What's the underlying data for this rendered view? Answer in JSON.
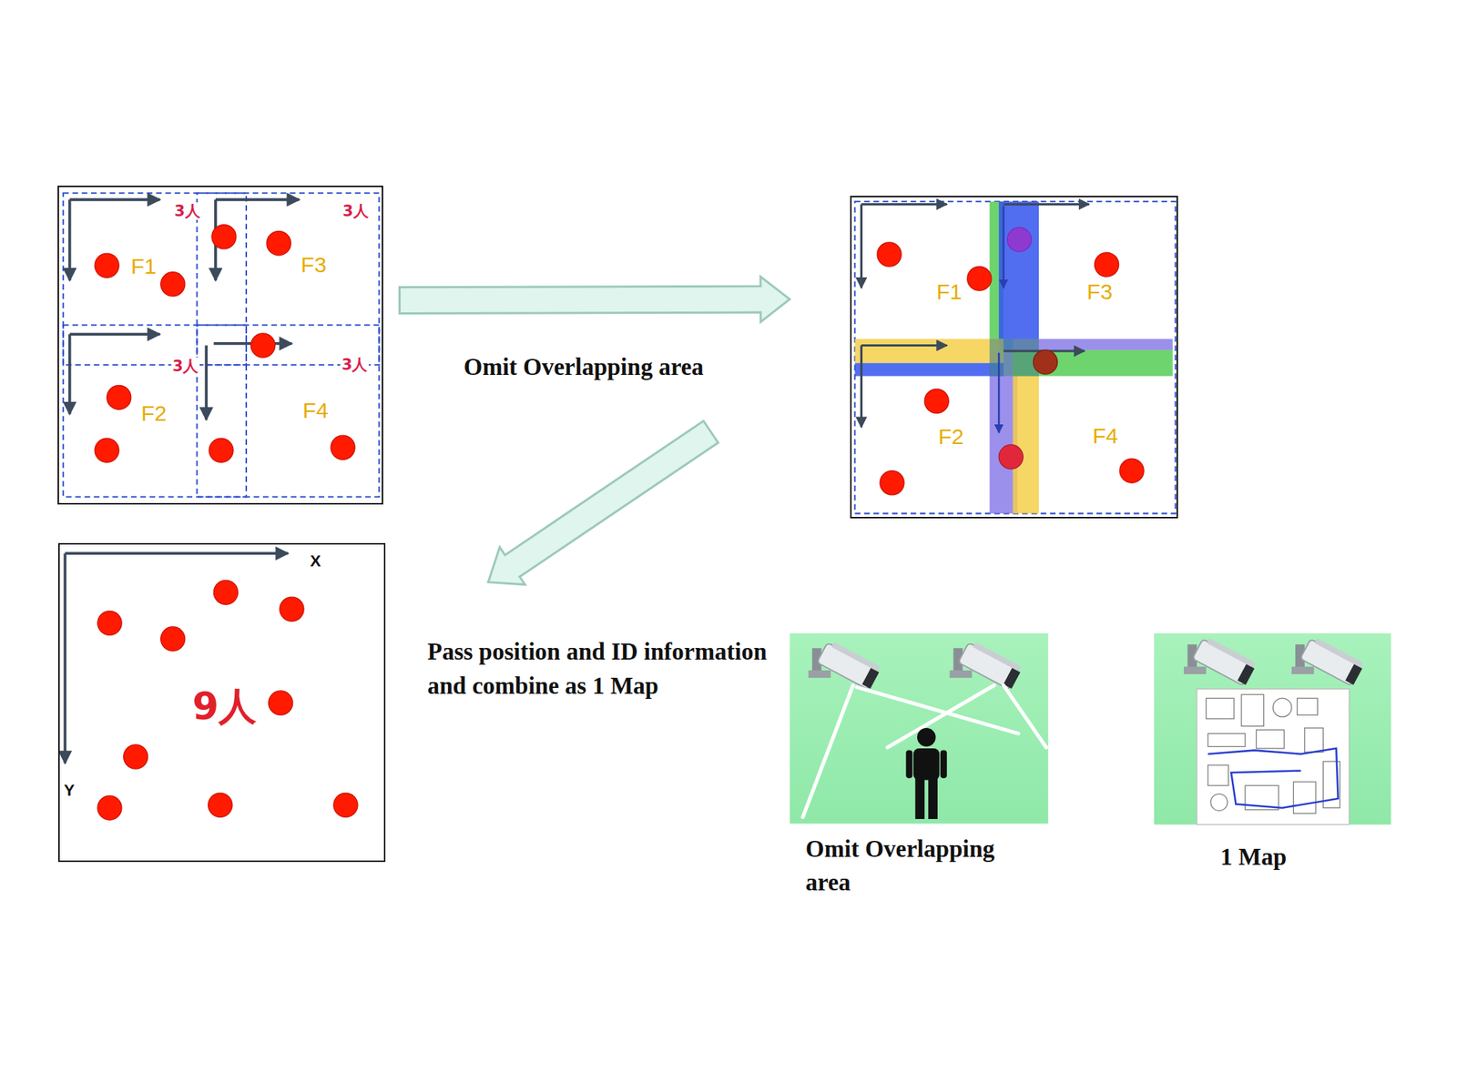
{
  "diagram": {
    "nodes": [
      {
        "text": [
          "3人",
          "3人",
          "F1",
          "F3",
          "3人",
          "3人",
          "F2",
          "F4"
        ]
      },
      {
        "text": [
          "F1",
          "F3",
          "F2",
          "F4"
        ]
      },
      {
        "text": [
          "X",
          "9人",
          "Y"
        ]
      },
      {
        "text": [
          "Omit Overlapping area"
        ]
      },
      {
        "text": [
          "1 Map"
        ]
      }
    ],
    "edges": [
      {
        "from": 0,
        "to": 1,
        "arrow": "to",
        "label": "Omit Overlapping area"
      },
      {
        "from": 1,
        "to": 2,
        "arrow": "to",
        "label": "Pass position and ID information and combine as 1 Map"
      }
    ]
  }
}
